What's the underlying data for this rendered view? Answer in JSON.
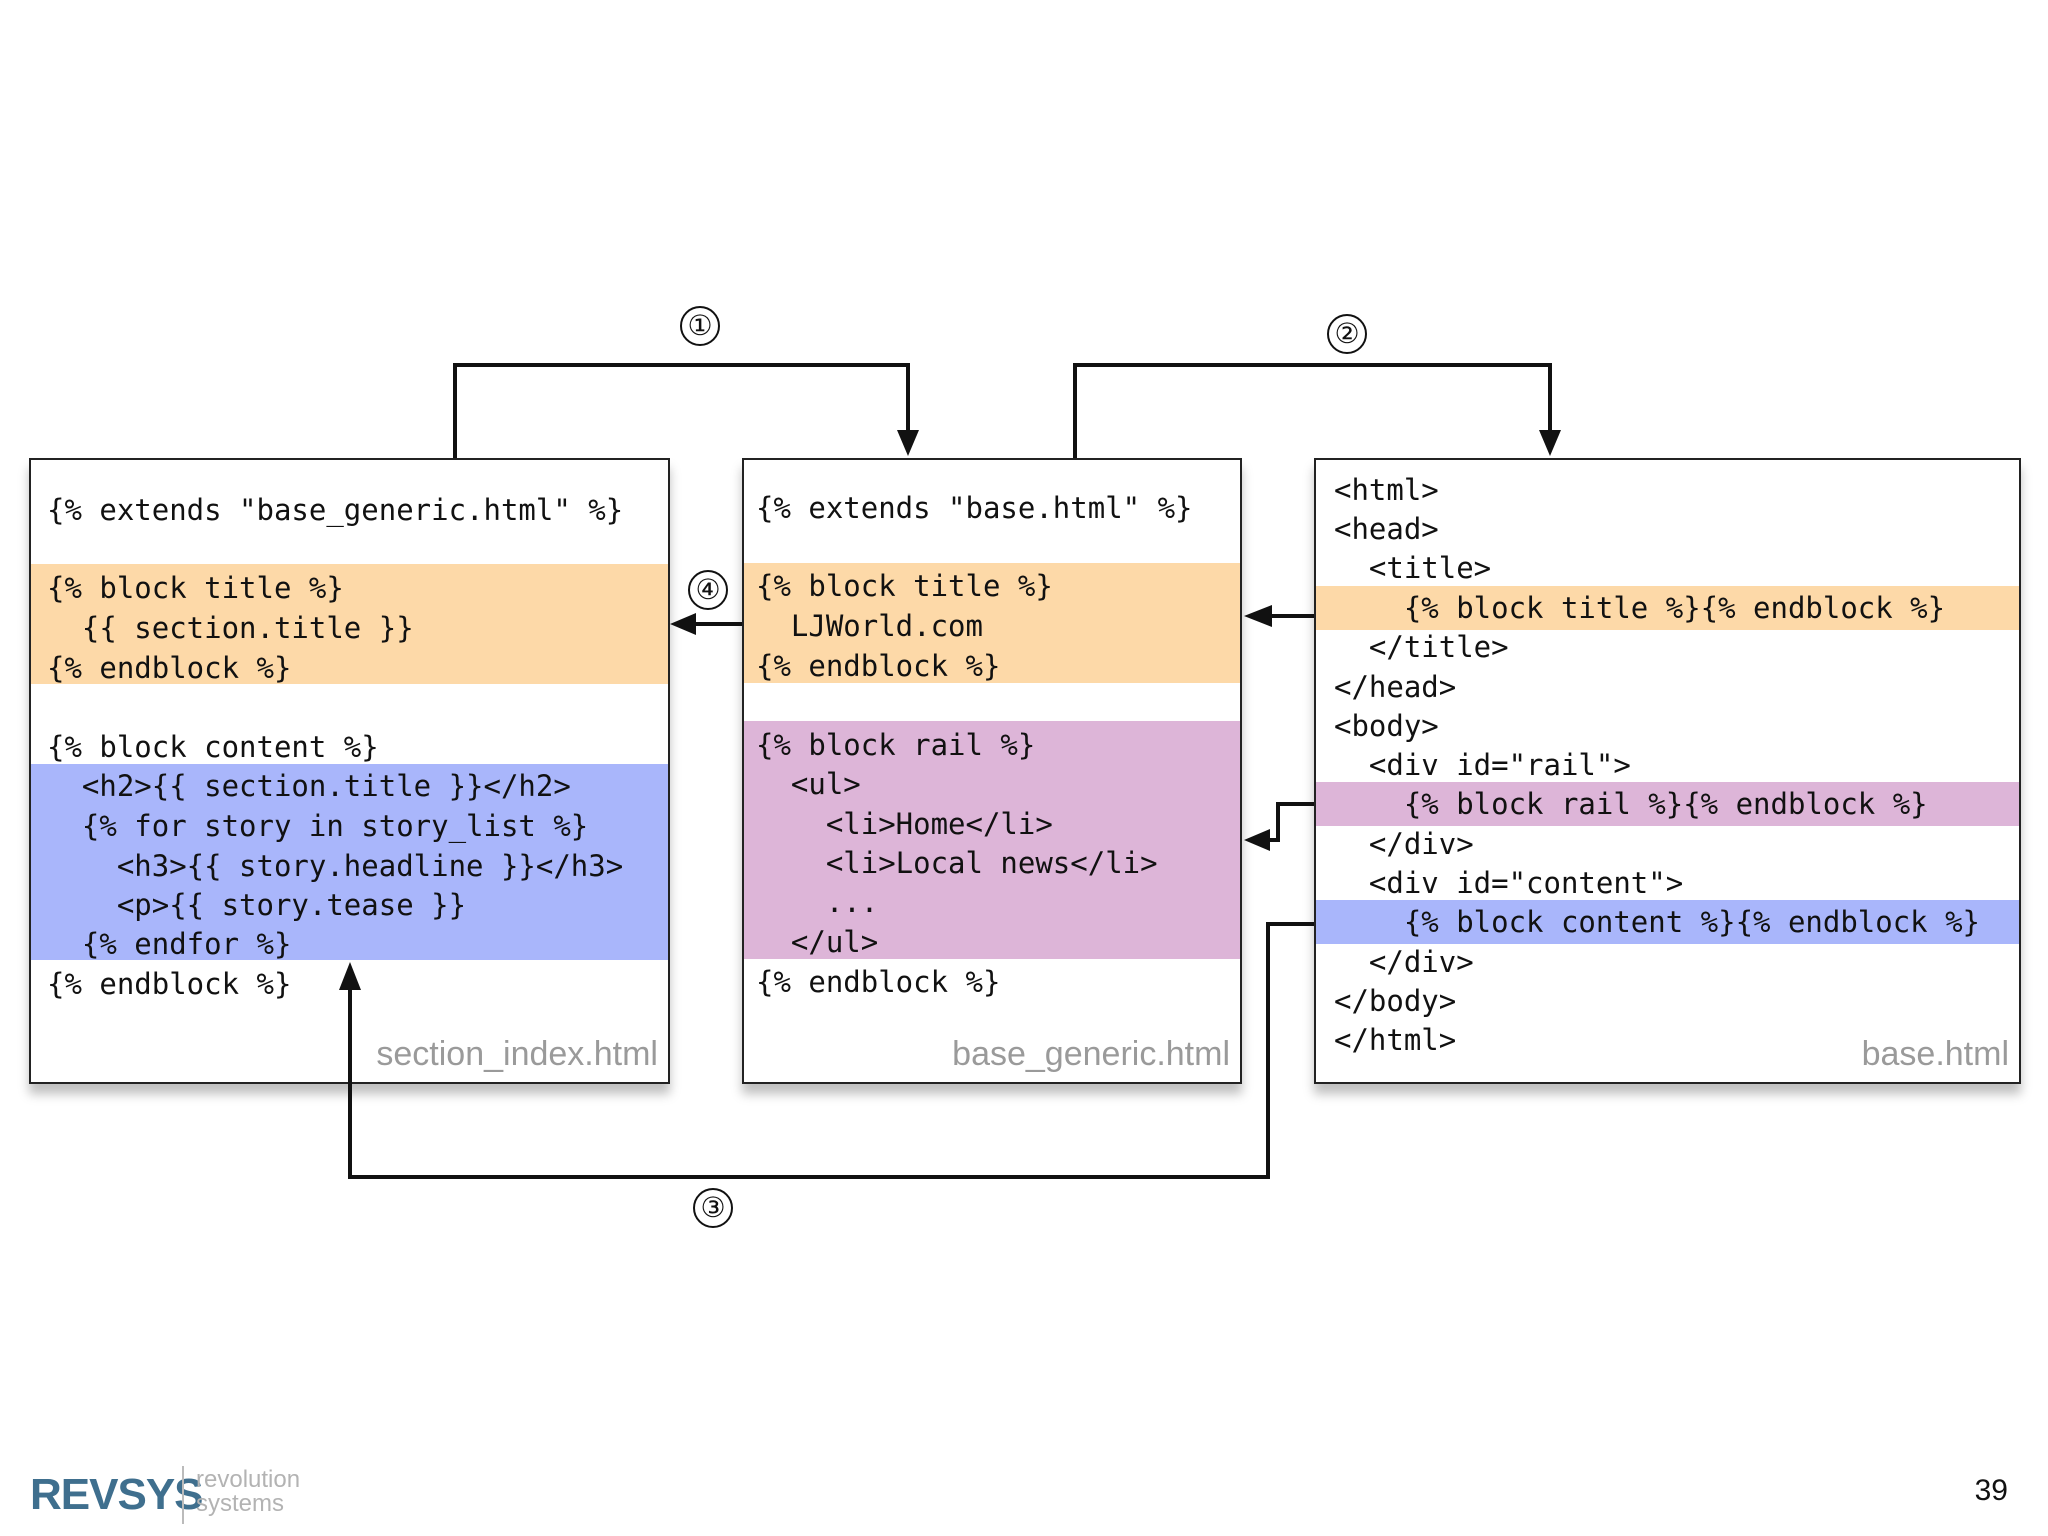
{
  "panels": {
    "section_index": {
      "filename": "section_index.html",
      "lines": [
        "{% extends \"base_generic.html\" %}",
        "{% block title %}",
        "  {{ section.title }}",
        "{% endblock %}",
        "{% block content %}",
        "  <h2>{{ section.title }}</h2>",
        "  {% for story in story_list %}",
        "    <h3>{{ story.headline }}</h3>",
        "    <p>{{ story.tease }}",
        "  {% endfor %}",
        "{% endblock %}"
      ]
    },
    "base_generic": {
      "filename": "base_generic.html",
      "lines": [
        "{% extends \"base.html\" %}",
        "{% block title %}",
        "  LJWorld.com",
        "{% endblock %}",
        "{% block rail %}",
        "  <ul>",
        "    <li>Home</li>",
        "    <li>Local news</li>",
        "    ...",
        "  </ul>",
        "{% endblock %}"
      ]
    },
    "base": {
      "filename": "base.html",
      "lines": [
        "<html>",
        "<head>",
        "  <title>",
        "    {% block title %}{% endblock %}",
        "  </title>",
        "</head>",
        "<body>",
        "  <div id=\"rail\">",
        "    {% block rail %}{% endblock %}",
        "  </div>",
        "  <div id=\"content\">",
        "    {% block content %}{% endblock %}",
        "  </div>",
        "</body>",
        "</html>"
      ]
    }
  },
  "steps": [
    "①",
    "②",
    "③",
    "④"
  ],
  "colors": {
    "title_block": "#fdd9a8",
    "rail_block": "#ddb5d8",
    "content_block": "#a9b6fb"
  },
  "logo": {
    "name": "REVSYS",
    "subtitle_line1": "revolution",
    "subtitle_line2": "systems"
  },
  "page_number": "39"
}
